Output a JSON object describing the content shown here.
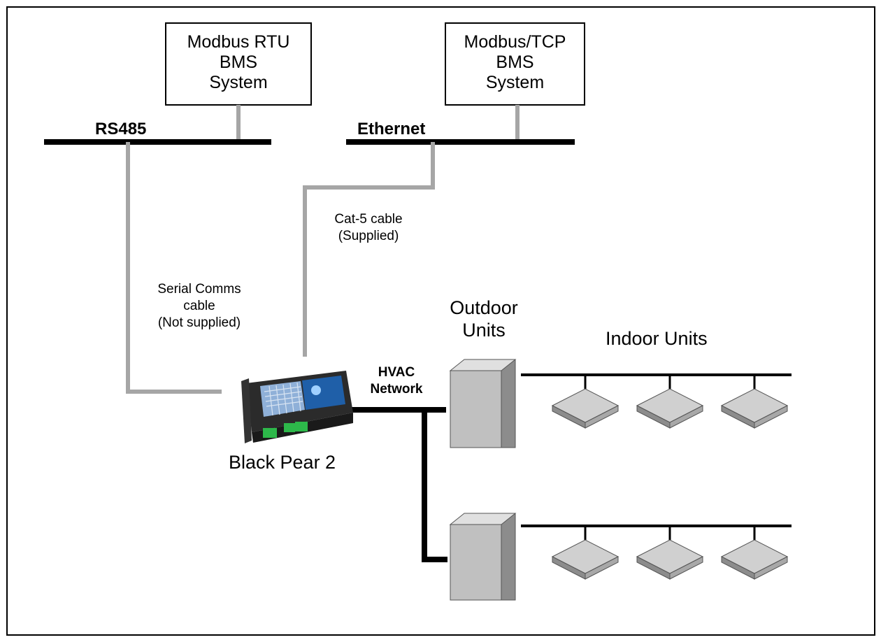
{
  "boxes": {
    "rtu": [
      "Modbus RTU",
      "BMS",
      "System"
    ],
    "tcp": [
      "Modbus/TCP",
      "BMS",
      "System"
    ]
  },
  "buses": {
    "rs485": "RS485",
    "ethernet": "Ethernet"
  },
  "cables": {
    "cat5": [
      "Cat-5 cable",
      "(Supplied)"
    ],
    "serial": [
      "Serial Comms",
      "cable",
      "(Not supplied)"
    ]
  },
  "device": {
    "name": "Black Pear 2"
  },
  "hvac_network": [
    "HVAC",
    "Network"
  ],
  "outdoor_units": [
    "Outdoor",
    "Units"
  ],
  "indoor_units": "Indoor Units",
  "colors": {
    "bus": "#000000",
    "cable": "#a6a6a6",
    "unit_front": "#c0c0c0",
    "unit_side": "#8c8c8c",
    "indoor_top": "#d0d0d0",
    "indoor_edge": "#8c8c8c"
  }
}
